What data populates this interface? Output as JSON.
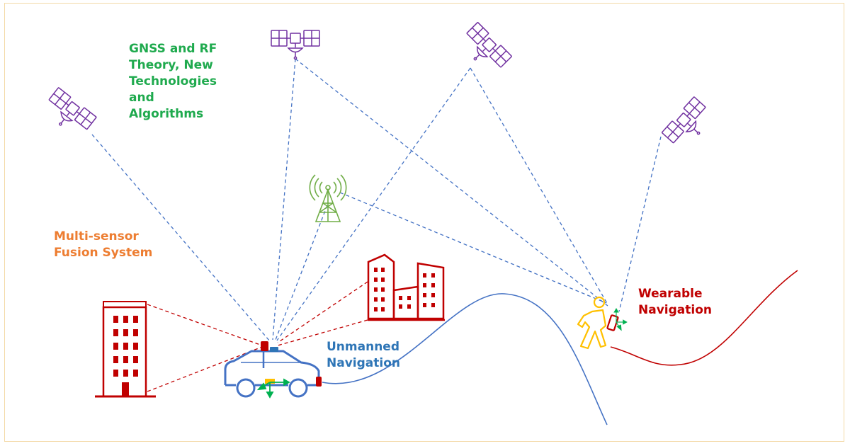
{
  "labels": {
    "gnss": "GNSS and RF\nTheory, New\nTechnologies\nand\nAlgorithms",
    "fusion": "Multi-sensor\nFusion System",
    "unmanned": "Unmanned\nNavigation",
    "wearable": "Wearable\nNavigation"
  },
  "colors": {
    "frame": "#f3d9a6",
    "gnss_text": "#1faa4e",
    "fusion_text": "#ed7d31",
    "unmanned_text": "#2e75b6",
    "wearable_text": "#c00000",
    "satellite": "#7030a0",
    "tower": "#70ad47",
    "building": "#c00000",
    "car": "#4472c4",
    "walker": "#ffc000",
    "signal_line": "#4472c4",
    "link_line": "#c00000",
    "terrain_blue": "#4472c4",
    "terrain_red": "#c00000",
    "sensor_arrow": "#00b050"
  },
  "icons": [
    "satellite-icon",
    "cell-tower-icon",
    "building-icon",
    "car-icon",
    "walker-icon",
    "phone-icon",
    "sensor-axes-icon"
  ]
}
